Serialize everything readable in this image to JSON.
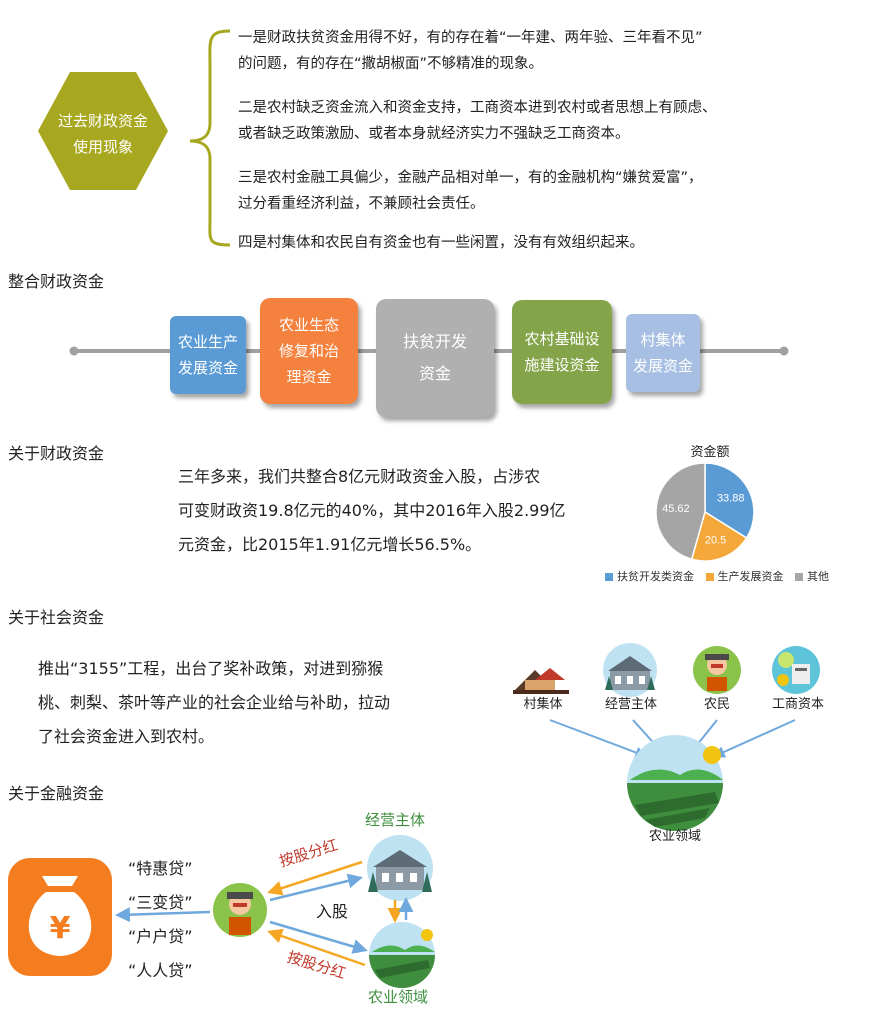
{
  "past": {
    "hex_label_line1": "过去财政资金",
    "hex_label_line2": "使用现象",
    "items": [
      {
        "line1": "一是财政扶贫资金用得不好，有的存在着“一年建、两年验、三年看不见”",
        "line2": "的问题，有的存在“撒胡椒面”不够精准的现象。"
      },
      {
        "line1": "二是农村缺乏资金流入和资金支持，工商资本进到农村或者思想上有顾虑、",
        "line2": "或者缺乏政策激励、或者本身就经济实力不强缺乏工商资本。"
      },
      {
        "line1": "三是农村金融工具偏少，金融产品相对单一，有的金融机构“嫌贫爱富”，",
        "line2": "过分看重经济利益，不兼顾社会责任。"
      },
      {
        "line1": "四是村集体和农民自有资金也有一些闲置，没有有效组织起来。",
        "line2": ""
      }
    ],
    "colors": {
      "hex": "#a8a820"
    }
  },
  "integration": {
    "title": "整合财政资金",
    "funds": [
      {
        "line1": "农业生产",
        "line2": "发展资金",
        "line3": "",
        "color": "#5b9bd5"
      },
      {
        "line1": "农业生态",
        "line2": "修复和治",
        "line3": "理资金",
        "color": "#f5813e"
      },
      {
        "line1": "扶贫开发",
        "line2": "资金",
        "line3": "",
        "color": "#b0b0b0"
      },
      {
        "line1": "农村基础设",
        "line2": "施建设资金",
        "line3": "",
        "color": "#84a44a"
      },
      {
        "line1": "村集体",
        "line2": "发展资金",
        "line3": "",
        "color": "#a7bfe3"
      }
    ]
  },
  "fiscal": {
    "title": "关于财政资金",
    "line1": "三年多来，我们共整合8亿元财政资金入股，占涉农",
    "line2": "可变财政资19.8亿元的40%，其中2016年入股2.99亿",
    "line3": "元资金，比2015年1.91亿元增长56.5%。"
  },
  "chart_data": {
    "type": "pie",
    "title": "资金额",
    "slices": [
      {
        "label": "扶贫开发类资金",
        "value": 33.88,
        "value_label": "33.88",
        "color": "#5b9bd5"
      },
      {
        "label": "生产发展资金",
        "value": 20.5,
        "value_label": "20.5",
        "color": "#f5a83a"
      },
      {
        "label": "其他",
        "value": 45.62,
        "value_label": "45.62",
        "color": "#a5a5a5"
      }
    ],
    "legend_position": "bottom"
  },
  "social": {
    "title": "关于社会资金",
    "line1": "推出“3155”工程，出台了奖补政策，对进到猕猴",
    "line2": "桃、刺梨、茶叶等产业的社会企业给与补助，拉动",
    "line3": "了社会资金进入到农村。",
    "sources": [
      "村集体",
      "经营主体",
      "农民",
      "工商资本"
    ],
    "target": "农业领域"
  },
  "finance": {
    "title": "关于金融资金",
    "loans": [
      "“特惠贷”",
      "“三变贷”",
      "“户户贷”",
      "“人人贷”"
    ],
    "top_label": "经营主体",
    "bottom_label": "农业领域",
    "dividend_top": "按股分红",
    "dividend_bottom": "按股分红",
    "invest": "入股"
  }
}
